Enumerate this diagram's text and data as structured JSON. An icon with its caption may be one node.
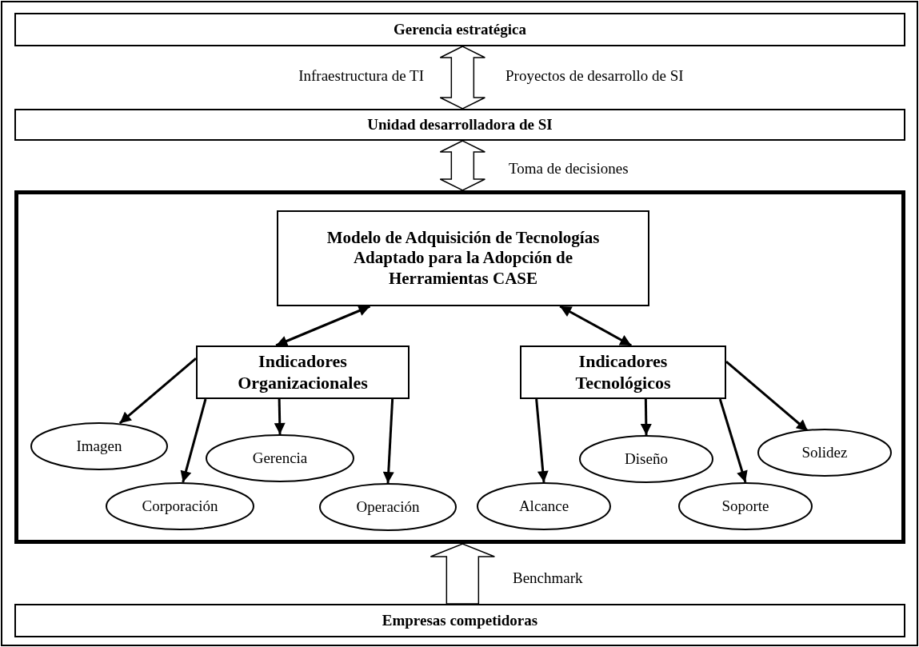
{
  "diagram": {
    "nodes": [
      {
        "text": [
          "Gerencia estratégica"
        ]
      },
      {
        "text": [
          "Unidad desarrolladora de SI"
        ]
      },
      {
        "text": [],
        "shape": "box"
      },
      {
        "text": [
          "Modelo de Adquisición de Tecnologías Adaptado para la Adopción de Herramientas CASE"
        ],
        "in": 2
      },
      {
        "text": [
          "Indicadores Organizacionales"
        ],
        "in": 2
      },
      {
        "text": [
          "Indicadores Tecnológicos"
        ],
        "in": 2
      },
      {
        "text": [
          "Imagen"
        ],
        "in": 2
      },
      {
        "text": [
          "Corporación"
        ],
        "in": 2
      },
      {
        "text": [
          "Gerencia"
        ],
        "in": 2
      },
      {
        "text": [
          "Operación"
        ],
        "in": 2
      },
      {
        "text": [
          "Alcance"
        ],
        "in": 2
      },
      {
        "text": [
          "Diseño"
        ],
        "in": 2
      },
      {
        "text": [
          "Soporte"
        ],
        "in": 2
      },
      {
        "text": [
          "Solidez"
        ],
        "in": 2
      },
      {
        "text": [
          "Empresas competidoras"
        ]
      }
    ],
    "edges": [
      {
        "from": 0,
        "to": 1,
        "arrow": "both",
        "style": "thick"
      },
      {
        "from": 1,
        "to": 2,
        "arrow": "both",
        "style": "thick"
      },
      {
        "from": 14,
        "to": 2,
        "arrow": "to",
        "style": "thick"
      },
      {
        "from": 3,
        "to": 4,
        "arrow": "both"
      },
      {
        "from": 3,
        "to": 5,
        "arrow": "both"
      },
      {
        "from": 4,
        "to": 6,
        "arrow": "to"
      },
      {
        "from": 4,
        "to": 7,
        "arrow": "to"
      },
      {
        "from": 4,
        "to": 8,
        "arrow": "to"
      },
      {
        "from": 4,
        "to": 9,
        "arrow": "to"
      },
      {
        "from": 5,
        "to": 10,
        "arrow": "to"
      },
      {
        "from": 5,
        "to": 11,
        "arrow": "to"
      },
      {
        "from": 5,
        "to": 12,
        "arrow": "to"
      },
      {
        "from": 5,
        "to": 13,
        "arrow": "to"
      }
    ],
    "labels": [
      "Infraestructura de TI",
      "Proyectos de desarrollo de SI",
      "Toma de decisiones",
      "Benchmark"
    ]
  }
}
